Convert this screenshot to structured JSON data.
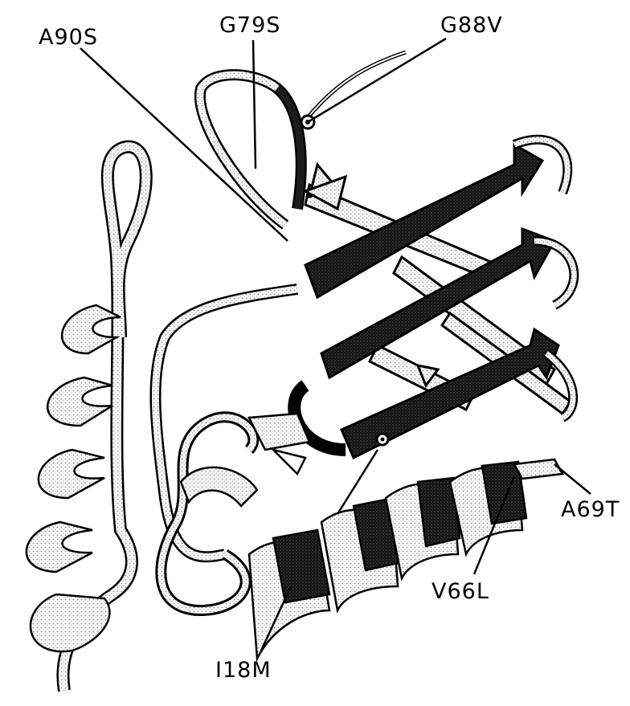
{
  "colors": {
    "ink": "#000000",
    "dark_strand": "#1c1c1c",
    "light_ribbon": "#d8d8d8",
    "hatch": "#bdbdbd"
  },
  "labels": {
    "a90s": "A90S",
    "g79s": "G79S",
    "g88v": "G88V",
    "a69t": "A69T",
    "v66l": "V66L",
    "i18m": "I18M"
  }
}
